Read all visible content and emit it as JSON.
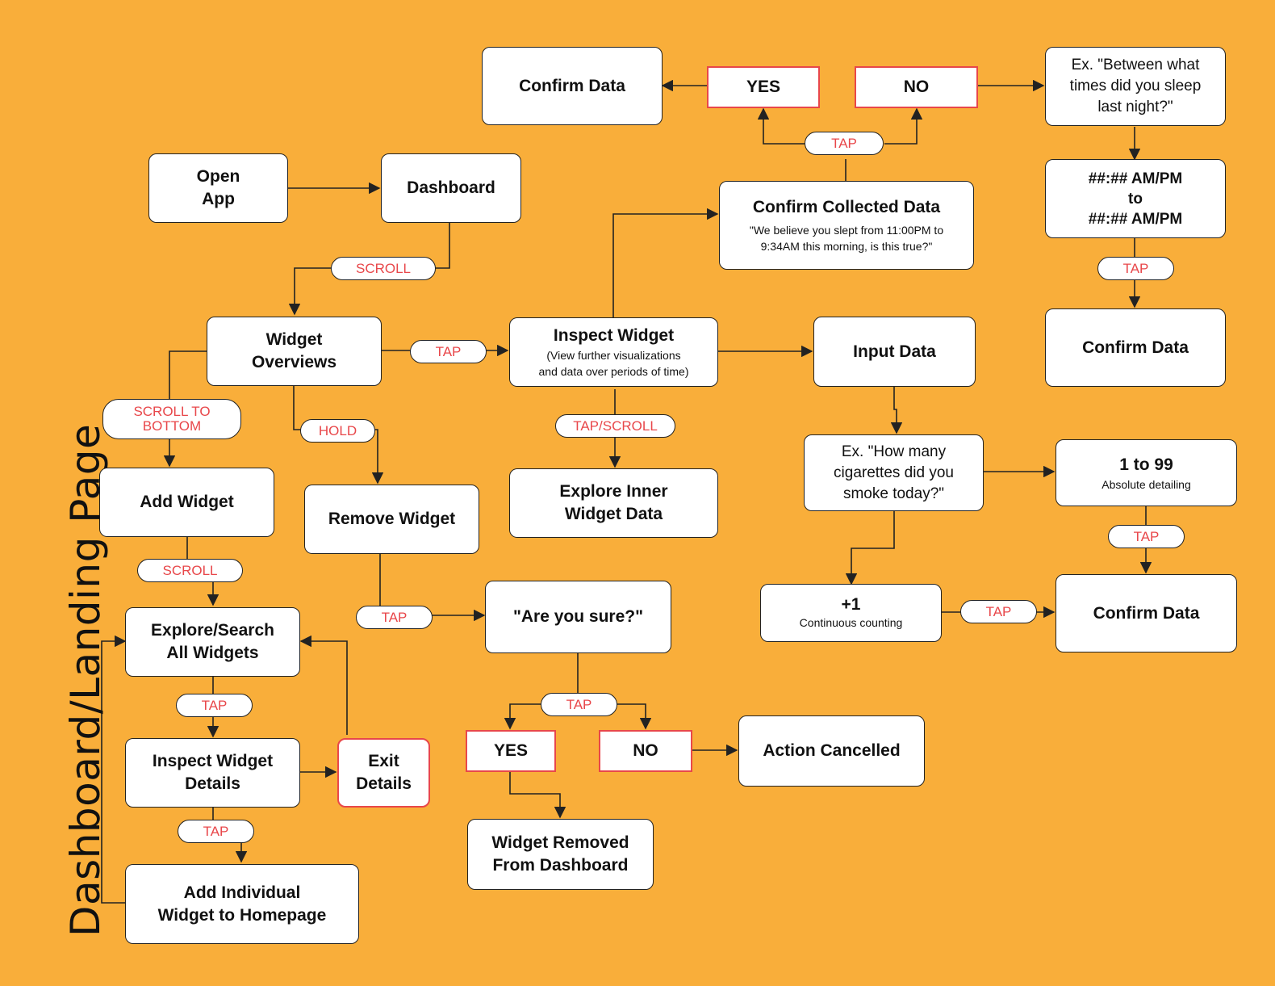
{
  "side_title": "Dashboard/Landing Page",
  "nodes": {
    "open_app": "Open\nApp",
    "dashboard": "Dashboard",
    "widget_overviews": "Widget\nOverviews",
    "add_widget": "Add Widget",
    "explore_search": "Explore/Search\nAll Widgets",
    "inspect_widget_details": "Inspect Widget\nDetails",
    "exit_details": "Exit\nDetails",
    "add_individual": "Add Individual\nWidget to Homepage",
    "remove_widget": "Remove Widget",
    "are_you_sure": "\"Are you sure?\"",
    "yes_remove": "YES",
    "no_remove": "NO",
    "action_cancelled": "Action Cancelled",
    "widget_removed": "Widget Removed\nFrom Dashboard",
    "inspect_widget": {
      "title": "Inspect Widget",
      "sub": "(View further visualizations\nand data over periods of time)"
    },
    "explore_inner": "Explore Inner\nWidget Data",
    "confirm_collected": {
      "title": "Confirm Collected Data",
      "sub": "\"We believe you slept from 11:00PM to\n9:34AM this morning, is this true?\""
    },
    "confirm_data_top": "Confirm Data",
    "yes_top": "YES",
    "no_top": "NO",
    "sleep_question": "Ex. \"Between what\ntimes did you sleep\nlast night?\"",
    "time_range": "##:## AM/PM\nto\n##:## AM/PM",
    "confirm_data_right": "Confirm Data",
    "input_data": "Input Data",
    "cigarette_question": "Ex. \"How many\ncigarettes did you\nsmoke today?\"",
    "one_to_99": {
      "title": "1 to 99",
      "sub": "Absolute detailing"
    },
    "plus_one": {
      "title": "+1",
      "sub": "Continuous counting"
    },
    "confirm_data_bottom": "Confirm Data"
  },
  "pills": {
    "scroll_dash": "SCROLL",
    "scroll_to_bottom": "SCROLL TO\nBOTTOM",
    "hold": "HOLD",
    "tap_inspect": "TAP",
    "scroll_add": "SCROLL",
    "tap_explore": "TAP",
    "tap_details": "TAP",
    "tap_remove": "TAP",
    "tap_sure": "TAP",
    "tap_scroll": "TAP/SCROLL",
    "tap_confirm": "TAP",
    "tap_time": "TAP",
    "tap_99": "TAP",
    "tap_plus": "TAP"
  }
}
